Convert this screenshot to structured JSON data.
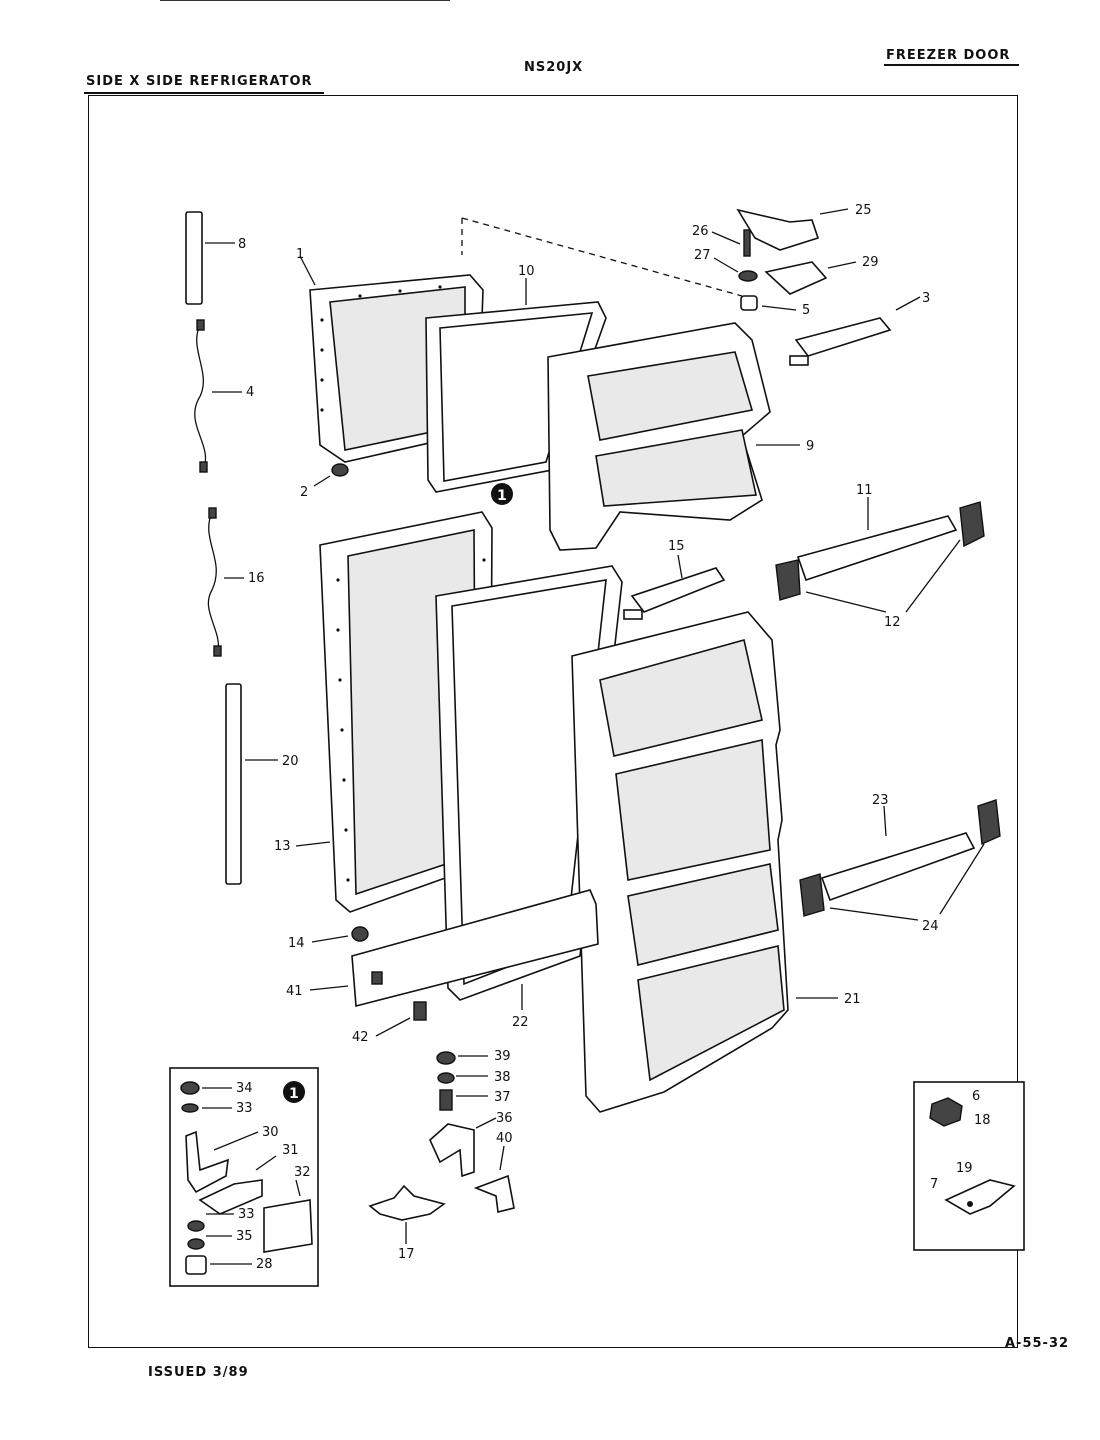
{
  "header": {
    "left": "SIDE X SIDE REFRIGERATOR",
    "model": "NS20JX",
    "right": "FREEZER DOOR"
  },
  "footer": {
    "issued": "ISSUED 3/89",
    "page_code": "A-55-32"
  },
  "callouts": {
    "n1": "1",
    "n2": "2",
    "n3": "3",
    "n4": "4",
    "n5": "5",
    "n6": "6",
    "n7": "7",
    "n8": "8",
    "n9": "9",
    "n10": "10",
    "n11": "11",
    "n12": "12",
    "n13": "13",
    "n14": "14",
    "n15": "15",
    "n16": "16",
    "n17": "17",
    "n18": "18",
    "n19": "19",
    "n20": "20",
    "n21": "21",
    "n22": "22",
    "n23": "23",
    "n24": "24",
    "n25": "25",
    "n26": "26",
    "n27": "27",
    "n28": "28",
    "n29": "29",
    "n30": "30",
    "n31": "31",
    "n32": "32",
    "n33a": "33",
    "n33b": "33",
    "n34": "34",
    "n35": "35",
    "n36": "36",
    "n37": "37",
    "n38": "38",
    "n39": "39",
    "n40": "40",
    "n41": "41",
    "n42": "42"
  },
  "marker_badge": "1"
}
